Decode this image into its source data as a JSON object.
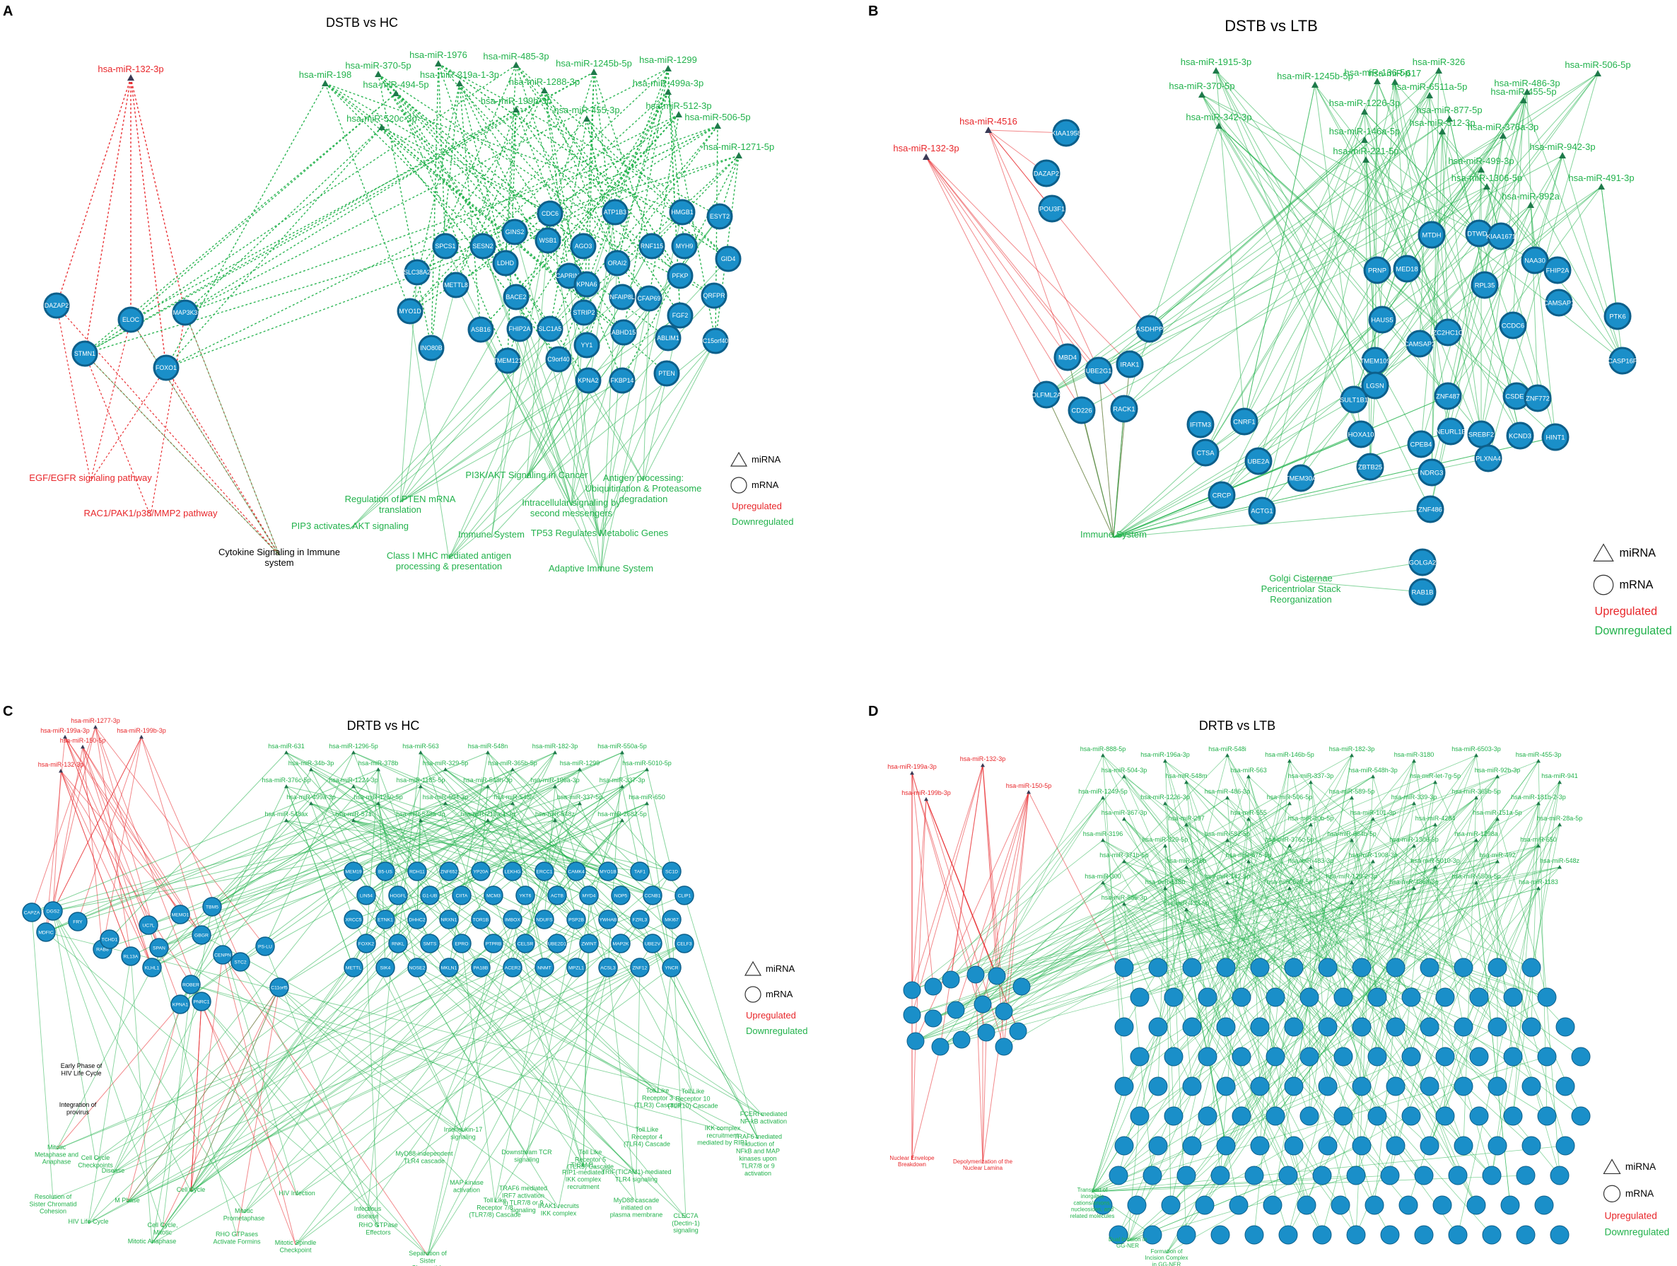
{
  "colors": {
    "up": "#e8272b",
    "down": "#22b24c",
    "node": "#1a8fc9",
    "node_stroke": "#0d5f8a",
    "node_text": "#ffffff"
  },
  "legend": {
    "mirna": "miRNA",
    "mrna": "mRNA",
    "up": "Upregulated",
    "down": "Downregulated"
  },
  "panels": [
    {
      "letter": "A",
      "title": "DSTB vs HC",
      "mirna_up": [
        "hsa-miR-132-3p"
      ],
      "mirna_down": [
        "hsa-miR-198",
        "hsa-miR-370-5p",
        "hsa-miR-1976",
        "hsa-miR-485-3p",
        "hsa-miR-1245b-5p",
        "hsa-miR-1299",
        "hsa-miR-219a-1-3p",
        "hsa-miR-1288-3p",
        "hsa-miR-499a-3p",
        "hsa-miR-494-5p",
        "hsa-miR-199b-3p",
        "hsa-miR-512-3p",
        "hsa-miR-520c-3p",
        "hsa-miR-455-3p",
        "hsa-miR-506-5p",
        "hsa-miR-1271-5p"
      ],
      "genes": [
        "DAZAP2",
        "STMN1",
        "ELOC",
        "MAP3K3",
        "FOXO1",
        "SPCS1",
        "SESN2",
        "GINS2",
        "CDC6",
        "ATP1B3",
        "HMGB1",
        "ESYT2",
        "SLC38A2",
        "LDHD",
        "WSB1",
        "AGO3",
        "ORAI2",
        "RNF115",
        "MYH9",
        "GID4",
        "METTL8",
        "BACE2",
        "CAPRIN2",
        "KPNA6",
        "NFAIP8L",
        "CFAP69",
        "PFKP",
        "QRFPR",
        "MYO1D",
        "ASB16",
        "FHIP2A",
        "SLC1A5",
        "STRIP2",
        "ABHD15",
        "FGF2",
        "INO80B",
        "TMEM121",
        "C9orf40",
        "YY1",
        "ABLIM1",
        "C15orf40",
        "KPNA2",
        "FKBP14",
        "PTEN"
      ],
      "pathways_up": [
        "EGF/EGFR signaling pathway",
        "RAC1/PAK1/p38/MMP2 pathway"
      ],
      "pathways_shared": [
        "Cytokine Signaling in Immune system"
      ],
      "pathways_down": [
        "PI3K/AKT Signaling in Cancer",
        "Antigen processing: Ubiquitination & Proteasome degradation",
        "Regulation of PTEN mRNA translation",
        "Intracellular signaling by second messengers",
        "PIP3 activates AKT signaling",
        "Immune System",
        "TP53 Regulates Metabolic Genes",
        "Class I MHC mediated antigen processing & presentation",
        "Adaptive Immune System"
      ]
    },
    {
      "letter": "B",
      "title": "DSTB vs LTB",
      "mirna_up": [
        "hsa-miR-4516",
        "hsa-miR-132-3p"
      ],
      "mirna_down": [
        "hsa-miR-1915-3p",
        "hsa-miR-326",
        "hsa-miR-506-5p",
        "hsa-miR-136-5p",
        "hsa-miR-1245b-5p",
        "hsa-miR-617",
        "hsa-miR-6511a-5p",
        "hsa-miR-370-5p",
        "hsa-miR-455-5p",
        "hsa-miR-486-3p",
        "hsa-miR-1226-3p",
        "hsa-miR-877-5p",
        "hsa-miR-342-3p",
        "hsa-miR-512-3p",
        "hsa-miR-376a-3p",
        "hsa-miR-146a-5p",
        "hsa-miR-942-3p",
        "hsa-miR-221-5p",
        "hsa-miR-499-3p",
        "hsa-miR-1306-5p",
        "hsa-miR-491-3p",
        "hsa-miR-892a"
      ],
      "genes": [
        "KIAA1958",
        "DAZAP2",
        "POU3F1",
        "MTDH",
        "DTWD2",
        "KIAA1671",
        "NAA30",
        "FHIP2A",
        "PRNP",
        "MED18",
        "RPL35",
        "CAMSAP1",
        "PTK6",
        "ASDHPP",
        "HAUS5",
        "ZC2HC1C",
        "CCDC6",
        "MBD4",
        "UBE2G1",
        "IRAK1",
        "TMEM109",
        "CAMSAP2",
        "CASP16P",
        "OLFML2A",
        "CD226",
        "RACK1",
        "LGSN",
        "ZNF487",
        "CSDE1",
        "SULT1B1",
        "NEURL1B",
        "ZNF772",
        "IFITM3",
        "CNRF1",
        "HOXA10",
        "SREBF2",
        "KCND3",
        "HINT1",
        "CTSA",
        "UBE2A",
        "CPEB4",
        "PLXNA4",
        "CRCP",
        "ACTG1",
        "ZBTB25",
        "NDRG3",
        "TMEM30A",
        "ZNF486",
        "GOLGA2",
        "RAB1B"
      ],
      "pathways_down": [
        "Immune System",
        "Golgi Cisternae Pericentriolar Stack Reorganization"
      ]
    },
    {
      "letter": "C",
      "title": "DRTB vs HC",
      "mirna_up": [
        "hsa-miR-1277-3p",
        "hsa-miR-199a-3p",
        "hsa-miR-199b-3p",
        "hsa-miR-150-5p",
        "hsa-miR-132-3p"
      ],
      "mirna_down": [
        "hsa-miR-631",
        "hsa-miR-1296-5p",
        "hsa-miR-563",
        "hsa-miR-548n",
        "hsa-miR-182-3p",
        "hsa-miR-550a-5p",
        "hsa-miR-34b-3p",
        "hsa-miR-378b",
        "hsa-miR-329-5p",
        "hsa-miR-365b-5p",
        "hsa-miR-1299",
        "hsa-miR-5010-5p",
        "hsa-miR-376c-5p",
        "hsa-miR-1224-3p",
        "hsa-miR-1185-5p",
        "hsa-miR-548h-3p",
        "hsa-miR-196a-3p",
        "hsa-miR-337-3p",
        "hsa-miR-499a-3p",
        "hsa-miR-1250-5p",
        "hsa-miR-504-3p",
        "hsa-miR-548l",
        "hsa-miR-337-5p",
        "hsa-miR-650",
        "hsa-miR-548ax",
        "hsa-miR-571",
        "hsa-miR-548a-3p",
        "hsa-miR-219a-1-3p",
        "hsa-miR-548z",
        "hsa-miR-2682-5p"
      ],
      "genes": [
        "CAPZA",
        "DGS2",
        "MDFIC",
        "FRY",
        "RAB8",
        "TCHD1",
        "RL13A",
        "UC7L",
        "SPAN",
        "MEMO1",
        "KLHL1",
        "GBGR",
        "TBM5",
        "STC2",
        "PS-LU",
        "C11orf5",
        "ROBER",
        "CENPN",
        "KPNA1",
        "PNRC1",
        "MEM19",
        "B5-US",
        "RDH11",
        "ZNF652",
        "YP20A",
        "LEKHG",
        "ERCC1",
        "CAMK4",
        "MYO1B",
        "TAF1",
        "SC1D",
        "LIN54",
        "HOGFL",
        "G1-UB",
        "CIITA",
        "MCM3",
        "YKT6",
        "ACTB",
        "MYD4",
        "NOP5",
        "CCNB1",
        "CLIP1",
        "XRCC5",
        "ETNK1",
        "DHHC2",
        "NRXN1",
        "TOR1B",
        "IMBOX",
        "NDUFS",
        "PSP2B",
        "YWHAB",
        "FZRL3",
        "MKI67",
        "FOXK2",
        "RNKL",
        "SMTS",
        "EPRO",
        "PTPRB",
        "CELSR",
        "UBE2D1",
        "ZWINT",
        "MAP2K",
        "UBE2V",
        "CELF3",
        "METTL",
        "SIK4",
        "NOSE2",
        "MKLN1",
        "PA18B",
        "ACER2",
        "NNMT",
        "MPZL1",
        "ACSL3",
        "ZNF12",
        "YNCR"
      ],
      "pathways_neutral": [
        "Early Phase of HIV Life Cycle",
        "Integration of provirus"
      ],
      "pathways_down": [
        "Mitotic Metaphase and Anaphase",
        "Cell Cycle Checkpoints",
        "Disease",
        "Resolution of Sister Chromatid Cohesion",
        "HIV Life Cycle",
        "M Phase",
        "Cell Cycle",
        "Cell Cycle, Mitotic",
        "Mitotic Anaphase",
        "Mitotic Prometaphase",
        "HIV Infection",
        "RHO GTPases Activate Formins",
        "Infectious disease",
        "Mitotic Spindle Checkpoint",
        "RHO GTPase Effectors",
        "Separation of Sister Chromatids",
        "Interleukin-17 signaling",
        "MyD88-independent TLR4 cascade",
        "MAP kinase activation",
        "Toll Like Receptor 7/8 (TLR7/8) Cascade",
        "Downstream TCR signaling",
        "TRAF6 mediated IRF7 activation in TLR7/8 or 9 signaling",
        "IRAK1 recruits IKK complex",
        "Toll Like Receptor 5 (TLR5) Cascade",
        "TICAM1, RIP1-mediated IKK complex recruitment",
        "MyD88 cascade initiated on plasma membrane",
        "TRIF(TICAM1)-mediated TLR4 signaling",
        "CLEC7A (Dectin-1) signaling",
        "Toll Like Receptor 3 (TLR3) Cascade",
        "Toll Like Receptor 10 (TLR10) Cascade",
        "Toll Like Receptor 4 (TLR4) Cascade",
        "FCERI mediated NF-kB activation",
        "IKK complex recruitment mediated by RIP1",
        "TRAF6 mediated induction of NFkB and MAP kinases upon TLR7/8 or 9 activation"
      ]
    },
    {
      "letter": "D",
      "title": "DRTB vs LTB",
      "mirna_up": [
        "hsa-miR-199a-3p",
        "hsa-miR-132-3p",
        "hsa-miR-199b-3p",
        "hsa-miR-150-5p"
      ],
      "mirna_down": [
        "hsa-miR-888-5p",
        "hsa-miR-196a-3p",
        "hsa-miR-548i",
        "hsa-miR-146b-5p",
        "hsa-miR-182-3p",
        "hsa-miR-3180",
        "hsa-miR-6503-3p",
        "hsa-miR-455-3p",
        "hsa-miR-504-3p",
        "hsa-miR-548m",
        "hsa-miR-563",
        "hsa-miR-337-3p",
        "hsa-miR-548h-3p",
        "hsa-miR-let-7g-5p",
        "hsa-miR-92b-3p",
        "hsa-miR-941",
        "hsa-miR-1249-5p",
        "hsa-miR-1226-3p",
        "hsa-miR-486-3p",
        "hsa-miR-506-5p",
        "hsa-miR-589-5p",
        "hsa-miR-339-3p",
        "hsa-miR-365b-5p",
        "hsa-miR-181b-2-3p",
        "hsa-miR-367-3p",
        "hsa-miR-297",
        "hsa-miR-555",
        "hsa-miR-10b-5p",
        "hsa-miR-101-3p",
        "hsa-miR-4284",
        "hsa-miR-151a-5p",
        "hsa-miR-28a-5p",
        "hsa-miR-3196",
        "hsa-miR-329-5p",
        "hsa-miR-582-5p",
        "hsa-miR-376c-5p",
        "hsa-miR-664b-5p",
        "hsa-miR-1306-5p",
        "hsa-miR-1298a",
        "hsa-miR-650",
        "hsa-miR-371b-5p",
        "hsa-miR-378b",
        "hsa-miR-675-5p",
        "hsa-miR-483-3p",
        "hsa-miR-1908-3p",
        "hsa-miR-5010-3p",
        "hsa-miR-492",
        "hsa-miR-548z",
        "hsa-miR-300",
        "hsa-miR-518b",
        "hsa-miR-142-5p",
        "hsa-miR-629-5p",
        "hsa-miR-129-2-3p",
        "hsa-miR-486a-3p",
        "hsa-miR-550a-5p",
        "hsa-miR-1183",
        "hsa-miR-885-3p",
        "hsa-miR-433-5p"
      ],
      "pathways_up": [
        "Nuclear Envelope Breakdown",
        "Depolymerization of the Nuclear Lamina"
      ],
      "pathways_down": [
        "Transport of inorganic cations/anions, nucleosides, and related molecules",
        "Dual Incision in GG-NER",
        "Formation of Incision Complex in GG-NER"
      ]
    }
  ]
}
